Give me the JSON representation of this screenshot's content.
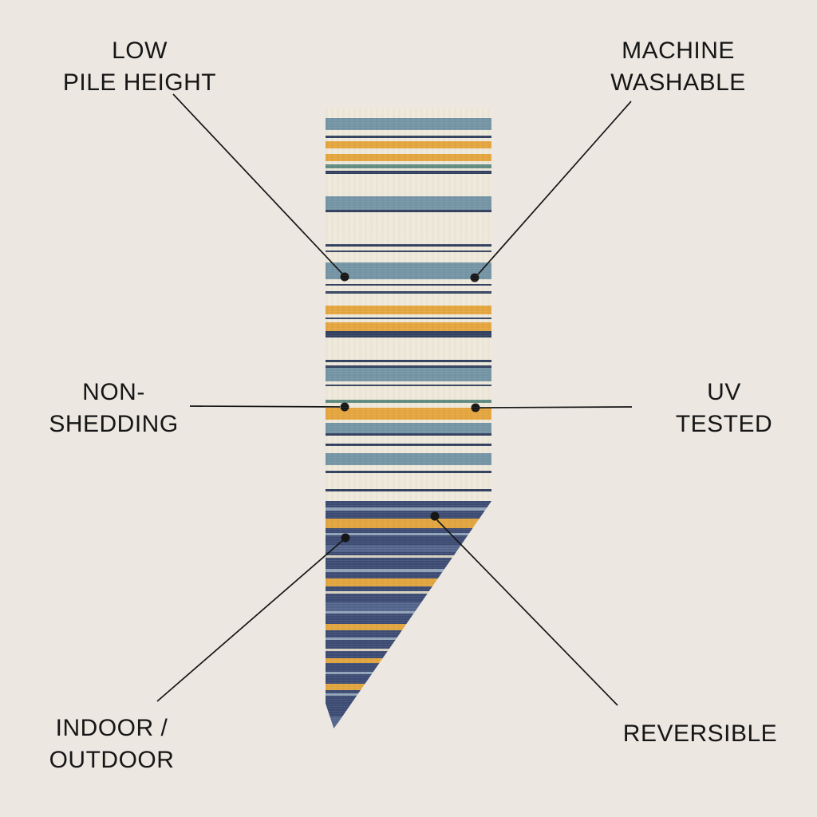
{
  "page": {
    "background": "#ece7e1",
    "text_color": "#161616",
    "line_color": "#161616"
  },
  "labels": {
    "low_pile": {
      "line1": "LOW",
      "line2": "PILE HEIGHT"
    },
    "machine_washable": {
      "line1": "MACHINE",
      "line2": "WASHABLE"
    },
    "non_shedding": {
      "line1": "NON-",
      "line2": "SHEDDING"
    },
    "uv_tested": {
      "line1": "UV",
      "line2": "TESTED"
    },
    "indoor_outdoor": {
      "line1": "INDOOR /",
      "line2": "OUTDOOR"
    },
    "reversible": {
      "line1": "REVERSIBLE"
    }
  },
  "rug": {
    "description": "striped runner rug with bottom corner folded back showing reverse side",
    "colors": {
      "cream": "#efe9db",
      "blue": "#7595a6",
      "navy": "#32415f",
      "gold": "#e5a63e",
      "teal": "#628c81",
      "bnavy": "#3d4c74",
      "bdenim": "#54658c",
      "blight": "#91a4b8",
      "bgold": "#e2a63f",
      "bcream": "#d9d3c2"
    },
    "front_stripes": [
      [
        13,
        "cream"
      ],
      [
        15,
        "blue"
      ],
      [
        7,
        "cream"
      ],
      [
        3,
        "navy"
      ],
      [
        4,
        "cream"
      ],
      [
        9,
        "gold"
      ],
      [
        7,
        "cream"
      ],
      [
        9,
        "gold"
      ],
      [
        4,
        "cream"
      ],
      [
        5,
        "teal"
      ],
      [
        3,
        "cream"
      ],
      [
        4,
        "navy"
      ],
      [
        28,
        "cream"
      ],
      [
        17,
        "blue"
      ],
      [
        3,
        "navy"
      ],
      [
        40,
        "cream"
      ],
      [
        3,
        "navy"
      ],
      [
        5,
        "cream"
      ],
      [
        2,
        "navy"
      ],
      [
        13,
        "cream"
      ],
      [
        21,
        "blue"
      ],
      [
        6,
        "cream"
      ],
      [
        2,
        "navy"
      ],
      [
        7,
        "cream"
      ],
      [
        3,
        "navy"
      ],
      [
        15,
        "cream"
      ],
      [
        11,
        "gold"
      ],
      [
        4,
        "cream"
      ],
      [
        2,
        "navy"
      ],
      [
        4,
        "cream"
      ],
      [
        11,
        "gold"
      ],
      [
        8,
        "navy"
      ],
      [
        28,
        "cream"
      ],
      [
        3,
        "navy"
      ],
      [
        4,
        "cream"
      ],
      [
        3,
        "navy"
      ],
      [
        17,
        "blue"
      ],
      [
        4,
        "cream"
      ],
      [
        2,
        "navy"
      ],
      [
        17,
        "cream"
      ],
      [
        4,
        "teal"
      ],
      [
        6,
        "cream"
      ],
      [
        15,
        "gold"
      ],
      [
        4,
        "cream"
      ],
      [
        13,
        "blue"
      ],
      [
        3,
        "navy"
      ],
      [
        10,
        "cream"
      ],
      [
        3,
        "navy"
      ],
      [
        9,
        "cream"
      ],
      [
        15,
        "blue"
      ],
      [
        7,
        "cream"
      ],
      [
        3,
        "navy"
      ],
      [
        20,
        "cream"
      ],
      [
        3,
        "navy"
      ],
      [
        12,
        "cream"
      ]
    ],
    "back_stripes": [
      [
        8,
        "bnavy"
      ],
      [
        4,
        "blight"
      ],
      [
        10,
        "bnavy"
      ],
      [
        12,
        "bgold"
      ],
      [
        6,
        "bnavy"
      ],
      [
        3,
        "blight"
      ],
      [
        12,
        "bnavy"
      ],
      [
        9,
        "bdenim"
      ],
      [
        4,
        "bnavy"
      ],
      [
        3,
        "bcream"
      ],
      [
        14,
        "bnavy"
      ],
      [
        4,
        "blight"
      ],
      [
        8,
        "bnavy"
      ],
      [
        10,
        "bgold"
      ],
      [
        6,
        "bnavy"
      ],
      [
        3,
        "bcream"
      ],
      [
        11,
        "bnavy"
      ],
      [
        11,
        "bdenim"
      ],
      [
        3,
        "blight"
      ],
      [
        13,
        "bnavy"
      ],
      [
        8,
        "bgold"
      ],
      [
        9,
        "bnavy"
      ],
      [
        3,
        "blight"
      ],
      [
        11,
        "bnavy"
      ],
      [
        3,
        "bcream"
      ],
      [
        9,
        "bnavy"
      ],
      [
        6,
        "bgold"
      ],
      [
        11,
        "bnavy"
      ],
      [
        3,
        "blight"
      ],
      [
        12,
        "bnavy"
      ],
      [
        8,
        "bgold"
      ],
      [
        4,
        "bnavy"
      ],
      [
        3,
        "blight"
      ],
      [
        26,
        "bnavy"
      ],
      [
        15,
        "bdenim"
      ]
    ]
  }
}
